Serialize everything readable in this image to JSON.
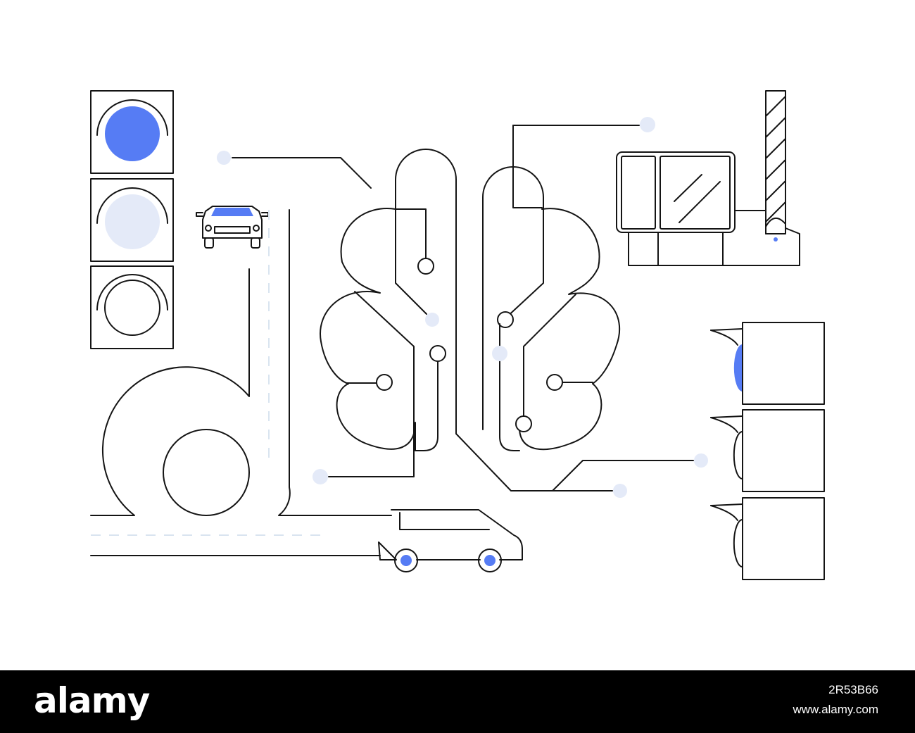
{
  "footer": {
    "brand": "alamy",
    "image_id": "2R53B66",
    "url": "www.alamy.com"
  },
  "colors": {
    "accent_blue": "#567cf4",
    "pale_blue": "#e4eaf8",
    "line": "#141414",
    "footer_bg": "#000000"
  },
  "icons": [
    "traffic-light-icon",
    "car-icon",
    "brain-circuit-icon",
    "toll-booth-icon",
    "barrier-gate-icon",
    "parking-meters-icon",
    "road-loop-icon"
  ]
}
